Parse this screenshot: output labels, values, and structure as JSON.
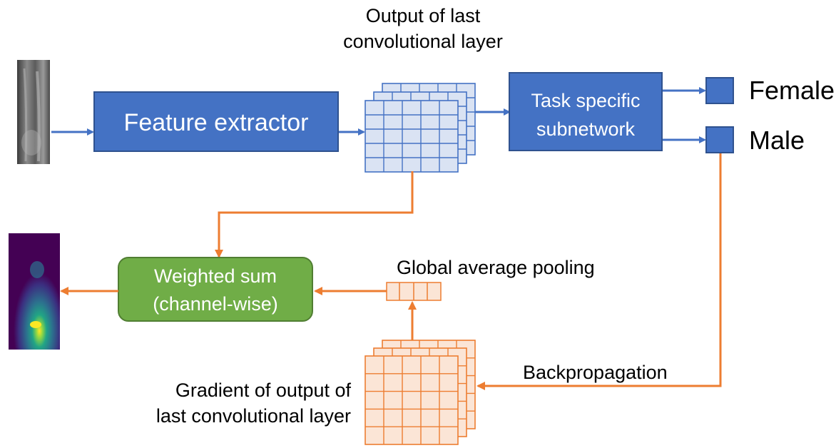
{
  "nodes": {
    "feature_extractor": "Feature extractor",
    "task_subnetwork_line1": "Task specific",
    "task_subnetwork_line2": "subnetwork",
    "weighted_sum_line1": "Weighted sum",
    "weighted_sum_line2": "(channel-wise)"
  },
  "labels": {
    "conv_output_line1": "Output of last",
    "conv_output_line2": "convolutional layer",
    "gap": "Global average pooling",
    "backprop": "Backpropagation",
    "gradient_line1": "Gradient of output of",
    "gradient_line2": "last convolutional layer"
  },
  "outputs": {
    "class1": "Female",
    "class2": "Male"
  },
  "colors": {
    "blue_box": "#4472c4",
    "blue_dark": "#2f528f",
    "green_box": "#70ad47",
    "green_dark": "#507e32",
    "orange": "#ed7d31",
    "grid_blue_fill": "#dae3f3",
    "grid_orange_fill": "#fbe5d6"
  }
}
